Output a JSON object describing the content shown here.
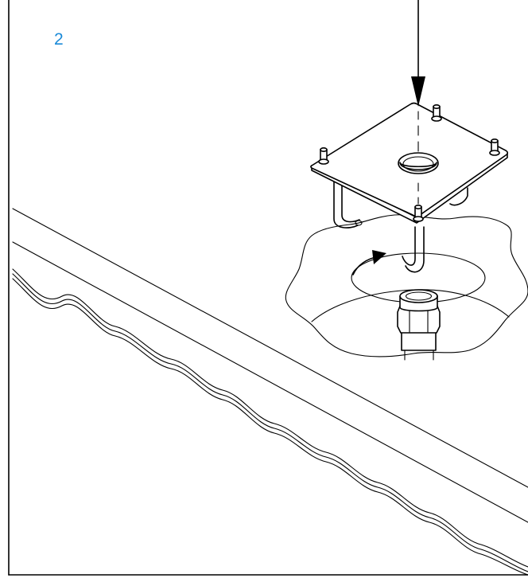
{
  "step": {
    "number": "2",
    "accent_color": "#1a8ad8"
  },
  "illustration": {
    "parts": [
      "insertion-arrow",
      "square-mounting-plate",
      "mounting-pins",
      "j-hook-legs",
      "rotation-arrow",
      "threaded-nipple",
      "ground-hole",
      "lawn-edge"
    ]
  }
}
